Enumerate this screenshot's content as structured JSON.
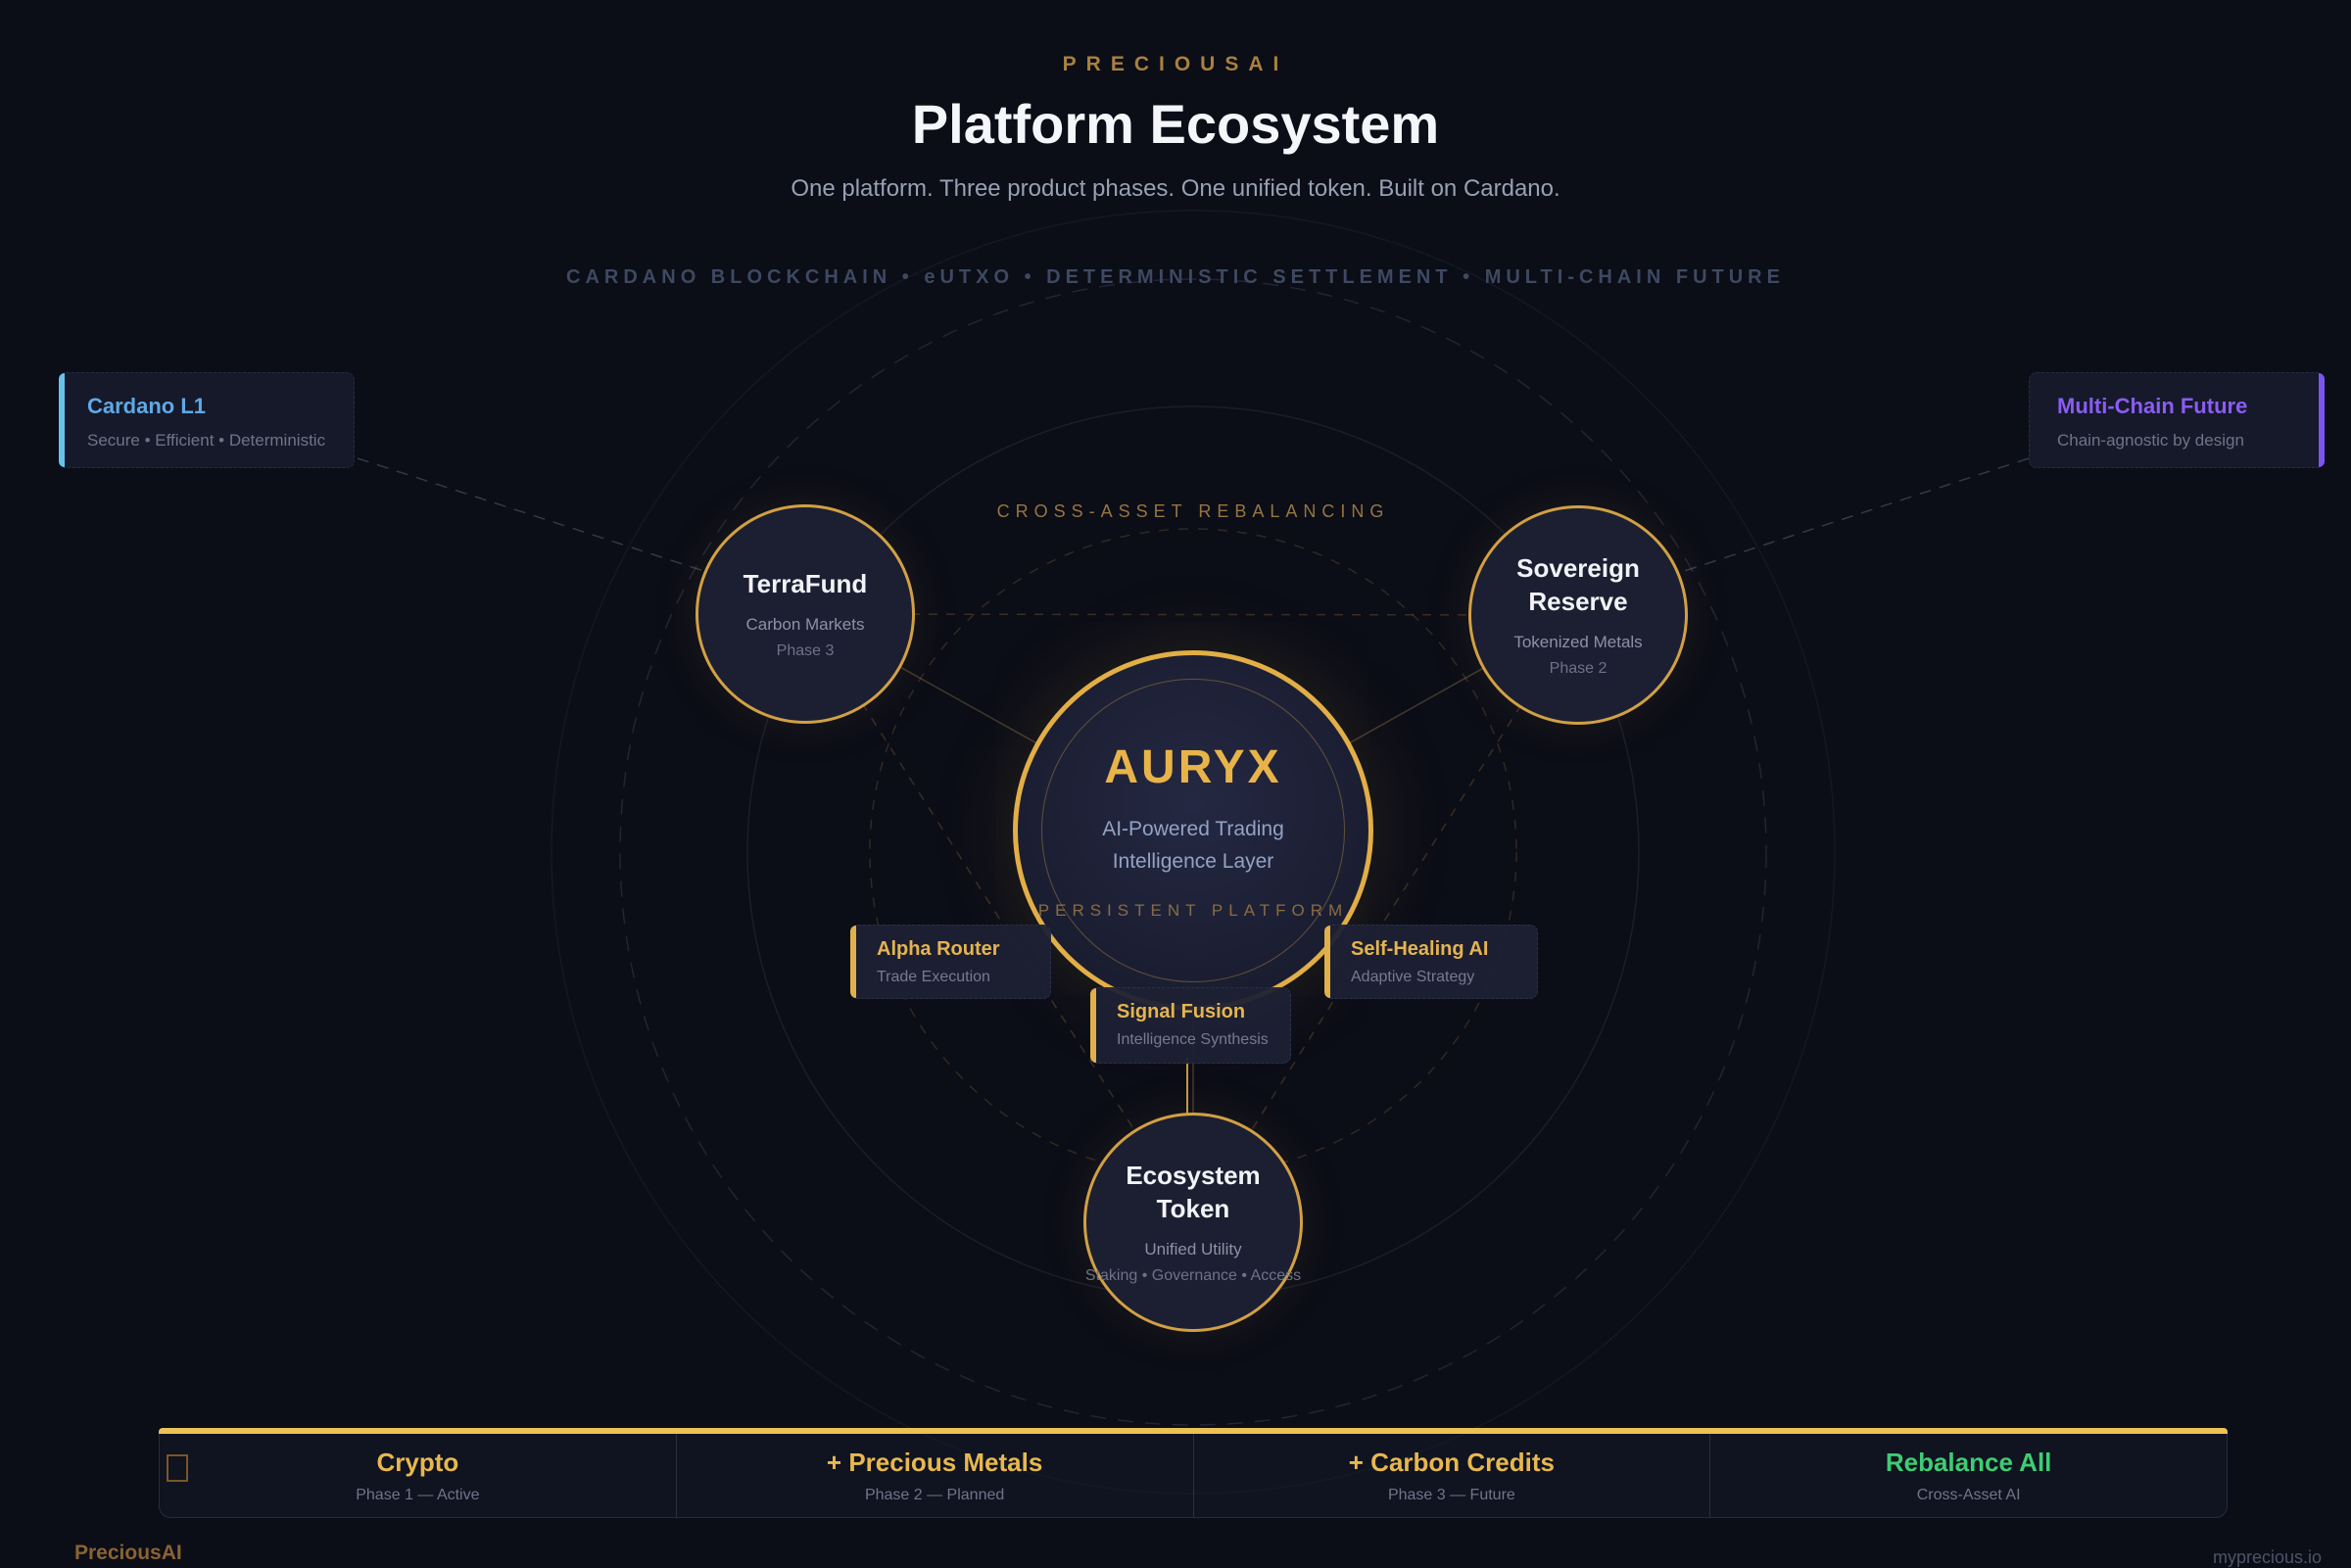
{
  "colors": {
    "background": "#0b0d17",
    "accent_gold": "#e8b44a",
    "cardano_blue": "#5fa9e6",
    "multichain_purple": "#8b5cf6",
    "rebalance_green": "#3dcd72"
  },
  "header": {
    "brand": "PRECIOUSAI",
    "title": "Platform Ecosystem",
    "subtitle": "One platform. Three product phases. One unified token. Built on Cardano."
  },
  "banner": "CARDANO BLOCKCHAIN • eUTXO • DETERMINISTIC SETTLEMENT • MULTI-CHAIN FUTURE",
  "orbit_label": "CROSS-ASSET REBALANCING",
  "cards": {
    "cardano": {
      "title": "Cardano L1",
      "subtitle": "Secure • Efficient • Deterministic"
    },
    "multichain": {
      "title": "Multi-Chain Future",
      "subtitle": "Chain-agnostic by design"
    }
  },
  "center": {
    "name": "AURYX",
    "line1": "AI-Powered Trading",
    "line2": "Intelligence Layer",
    "tag": "PERSISTENT PLATFORM"
  },
  "satellites": [
    {
      "name": "TerraFund",
      "detail": "Carbon Markets",
      "phase": "Phase 3"
    },
    {
      "name": "Sovereign Reserve",
      "detail": "Tokenized Metals",
      "phase": "Phase 2"
    },
    {
      "name": "Ecosystem Token",
      "detail": "Unified Utility",
      "phase": "Staking • Governance • Access"
    }
  ],
  "features": [
    {
      "title": "Alpha Router",
      "subtitle": "Trade Execution"
    },
    {
      "title": "Signal Fusion",
      "subtitle": "Intelligence Synthesis"
    },
    {
      "title": "Self-Healing AI",
      "subtitle": "Adaptive Strategy"
    }
  ],
  "timeline": [
    {
      "label": "Crypto",
      "phase": "Phase 1 — Active"
    },
    {
      "label": "+ Precious Metals",
      "phase": "Phase 2 — Planned"
    },
    {
      "label": "+ Carbon Credits",
      "phase": "Phase 3 — Future"
    },
    {
      "label": "Rebalance All",
      "phase": "Cross-Asset AI"
    }
  ],
  "footer": {
    "brand": "PreciousAI",
    "domain": "myprecious.io"
  }
}
